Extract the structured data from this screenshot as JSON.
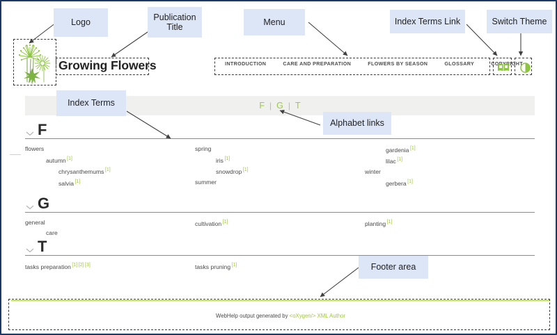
{
  "annotations": {
    "logo": "Logo",
    "publication_title": "Publication\nTitle",
    "menu": "Menu",
    "index_terms_link": "Index Terms Link",
    "switch_theme": "Switch Theme",
    "index_terms": "Index Terms",
    "alphabet_links": "Alphabet links",
    "footer_area": "Footer area"
  },
  "colors": {
    "accent_green": "#9dc93b",
    "callout_bg": "#dce6f7",
    "page_border": "#1f3864",
    "alpha_bar_bg": "#f0f0ee"
  },
  "header": {
    "title": "Growing Flowers",
    "logo_alt": "flowers-logo",
    "menu_items": [
      {
        "label": "INTRODUCTION"
      },
      {
        "label": "CARE AND PREPARATION"
      },
      {
        "label": "FLOWERS BY SEASON"
      },
      {
        "label": "GLOSSARY"
      },
      {
        "label": "COPYRIGHT"
      }
    ],
    "tools": [
      {
        "name": "index-terms-icon",
        "icon": "open-book"
      },
      {
        "name": "switch-theme-icon",
        "icon": "half-circle"
      }
    ]
  },
  "alphabet": {
    "links": [
      "F",
      "G",
      "T"
    ],
    "separator": "|"
  },
  "index": {
    "sections": [
      {
        "letter": "F",
        "columns": [
          [
            {
              "text": "flowers",
              "level": 0,
              "refs": []
            },
            {
              "text": "autumn",
              "level": 1,
              "refs": [
                "[1]"
              ]
            },
            {
              "text": "chrysanthemums",
              "level": 2,
              "refs": [
                "[1]"
              ]
            },
            {
              "text": "salvia",
              "level": 2,
              "refs": [
                "[1]"
              ]
            }
          ],
          [
            {
              "text": "spring",
              "level": 0,
              "refs": []
            },
            {
              "text": "iris",
              "level": 1,
              "refs": [
                "[1]"
              ]
            },
            {
              "text": "snowdrop",
              "level": 1,
              "refs": [
                "[1]"
              ]
            },
            {
              "text": "summer",
              "level": 0,
              "refs": []
            }
          ],
          [
            {
              "text": "gardenia",
              "level": 1,
              "refs": [
                "[1]"
              ]
            },
            {
              "text": "lilac",
              "level": 1,
              "refs": [
                "[1]"
              ]
            },
            {
              "text": "winter",
              "level": 0,
              "refs": []
            },
            {
              "text": "gerbera",
              "level": 1,
              "refs": [
                "[1]"
              ]
            }
          ]
        ]
      },
      {
        "letter": "G",
        "columns": [
          [
            {
              "text": "general",
              "level": 0,
              "refs": []
            },
            {
              "text": "care",
              "level": 1,
              "refs": []
            }
          ],
          [
            {
              "text": "cultivation",
              "level": 0,
              "refs": [
                "[1]"
              ]
            }
          ],
          [
            {
              "text": "planting",
              "level": 0,
              "refs": [
                "[1]"
              ]
            }
          ]
        ]
      },
      {
        "letter": "T",
        "columns": [
          [
            {
              "text": "tasks preparation",
              "level": 0,
              "refs": [
                "[1]",
                "[2]",
                "[3]"
              ]
            }
          ],
          [
            {
              "text": "tasks pruning",
              "level": 0,
              "refs": [
                "[1]"
              ]
            }
          ],
          []
        ]
      }
    ]
  },
  "footer": {
    "text": "WebHelp output generated by ",
    "link": "<oXygen/> XML Author"
  }
}
